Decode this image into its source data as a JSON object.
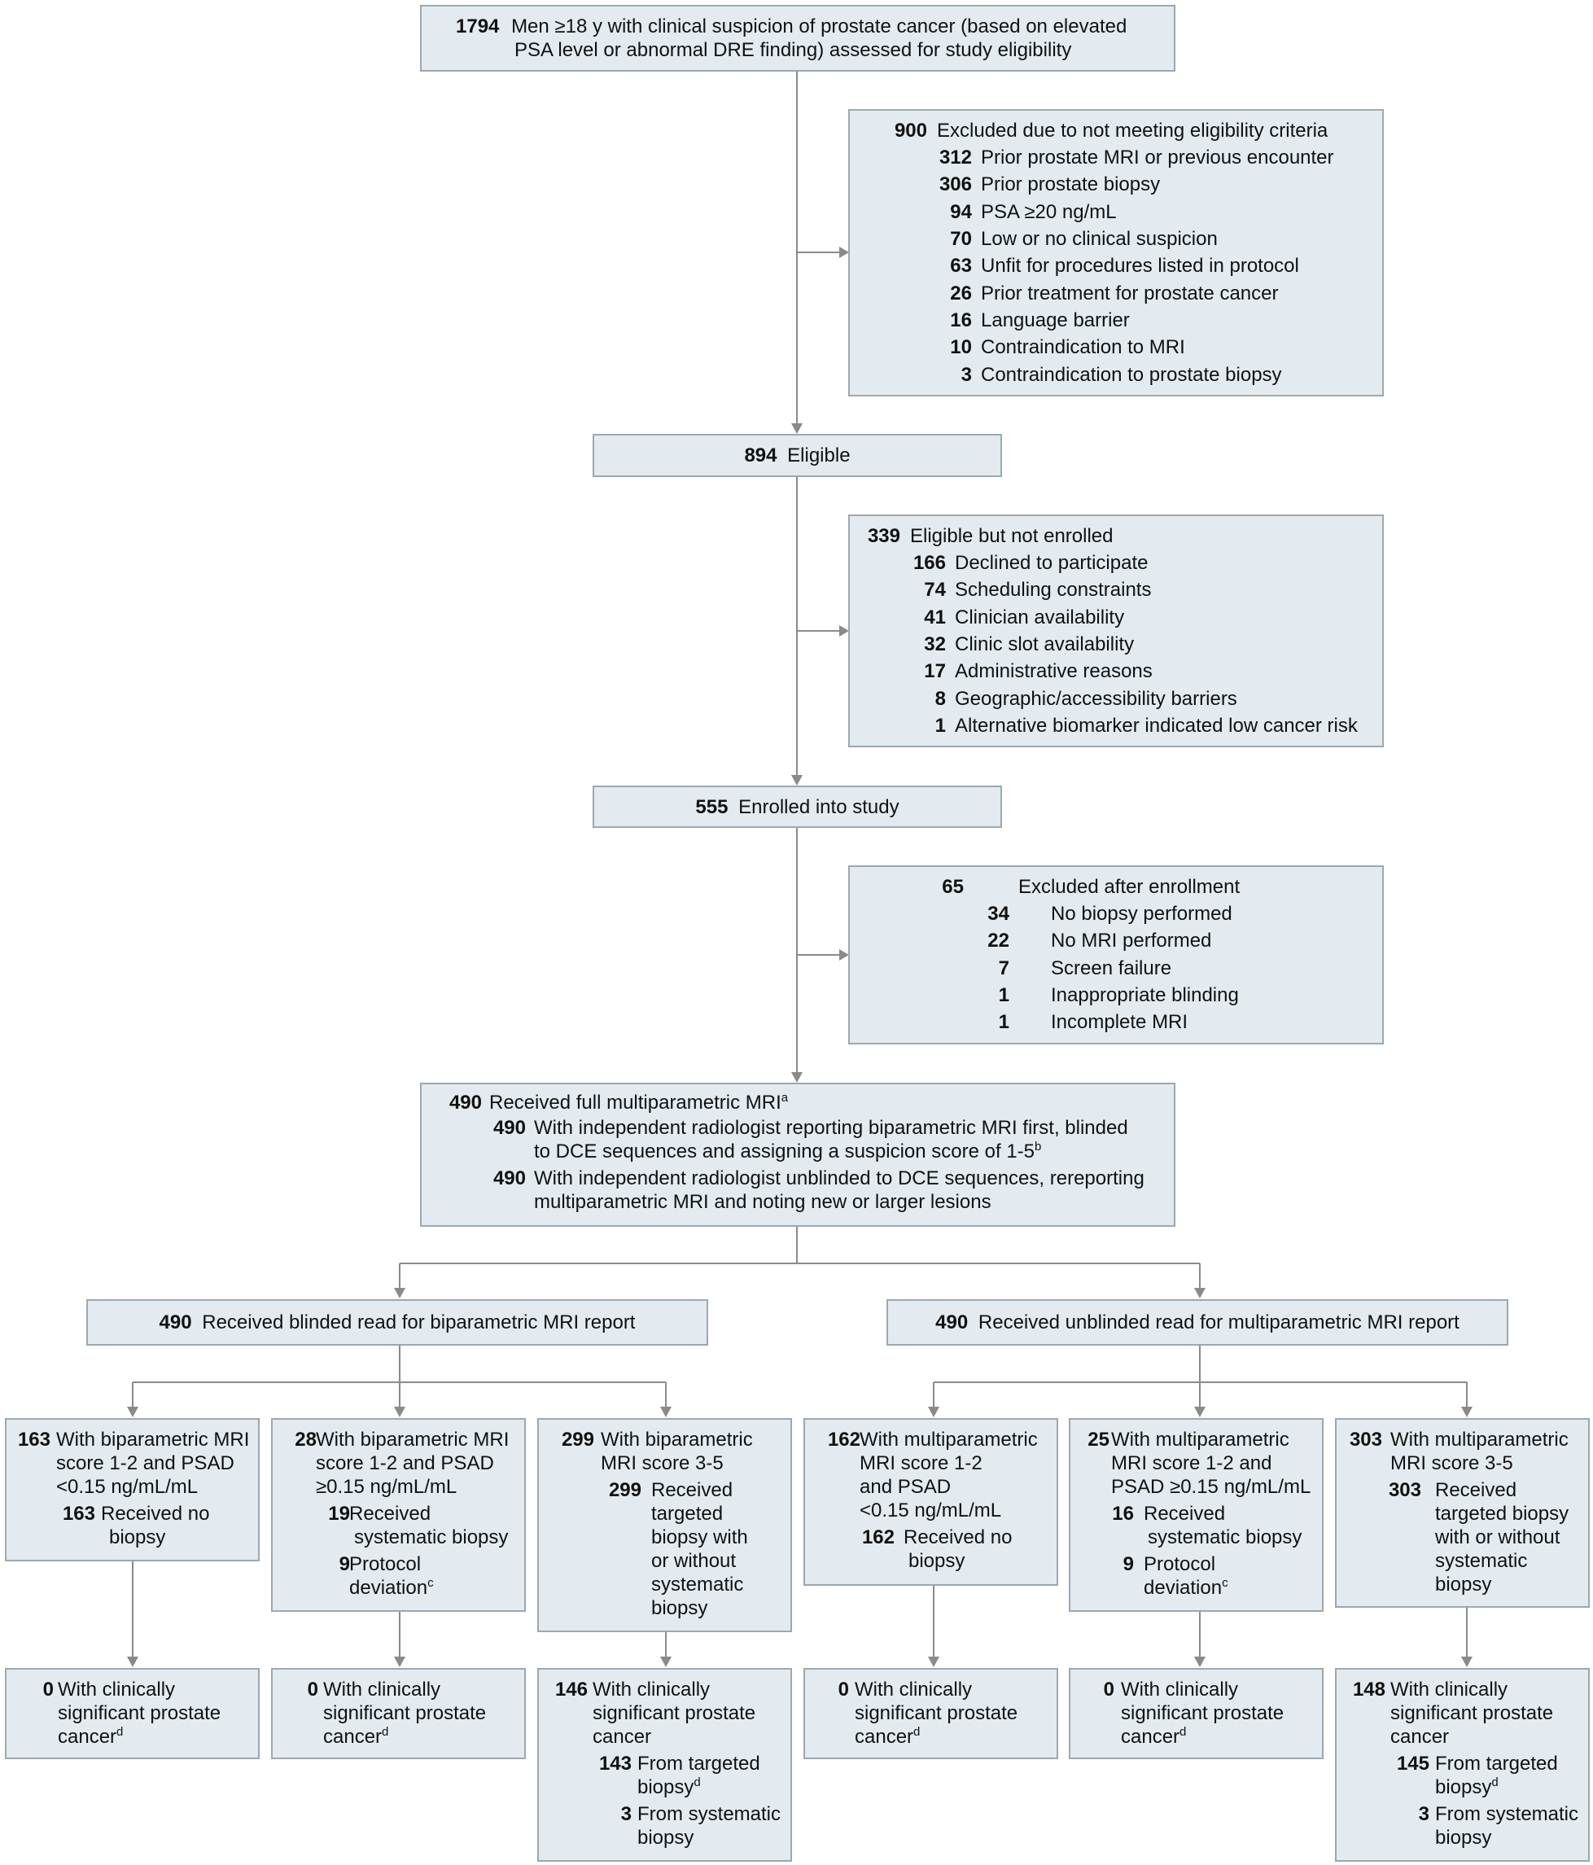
{
  "screening": {
    "num": "1794",
    "text": "Men ≥18 y with clinical suspicion of prostate cancer (based on elevated",
    "text2": "PSA level or abnormal DRE finding) assessed for study eligibility"
  },
  "excluded1": {
    "total": {
      "num": "900",
      "text": "Excluded due to not meeting eligibility criteria"
    },
    "items": [
      {
        "num": "312",
        "text": "Prior prostate MRI or previous encounter"
      },
      {
        "num": "306",
        "text": "Prior prostate biopsy"
      },
      {
        "num": "94",
        "text": "PSA ≥20 ng/mL"
      },
      {
        "num": "70",
        "text": "Low or no clinical suspicion"
      },
      {
        "num": "63",
        "text": "Unfit for procedures listed in protocol"
      },
      {
        "num": "26",
        "text": "Prior treatment for prostate cancer"
      },
      {
        "num": "16",
        "text": "Language barrier"
      },
      {
        "num": "10",
        "text": "Contraindication to MRI"
      },
      {
        "num": "3",
        "text": "Contraindication to prostate biopsy"
      }
    ]
  },
  "eligible": {
    "num": "894",
    "text": "Eligible"
  },
  "not_enrolled": {
    "total": {
      "num": "339",
      "text": "Eligible but not enrolled"
    },
    "items": [
      {
        "num": "166",
        "text": "Declined to participate"
      },
      {
        "num": "74",
        "text": "Scheduling constraints"
      },
      {
        "num": "41",
        "text": "Clinician availability"
      },
      {
        "num": "32",
        "text": "Clinic slot availability"
      },
      {
        "num": "17",
        "text": "Administrative reasons"
      },
      {
        "num": "8",
        "text": "Geographic/accessibility barriers"
      },
      {
        "num": "1",
        "text": "Alternative biomarker indicated low cancer risk"
      }
    ]
  },
  "enrolled": {
    "num": "555",
    "text": "Enrolled into study"
  },
  "excluded2": {
    "total": {
      "num": "65",
      "text": "Excluded after enrollment"
    },
    "items": [
      {
        "num": "34",
        "text": "No biopsy performed"
      },
      {
        "num": "22",
        "text": "No MRI performed"
      },
      {
        "num": "7",
        "text": "Screen failure"
      },
      {
        "num": "1",
        "text": "Inappropriate blinding"
      },
      {
        "num": "1",
        "text": "Incomplete MRI"
      }
    ]
  },
  "mri": {
    "num": "490",
    "text": "Received full multiparametric MRI",
    "sup": "a",
    "sub1": {
      "num": "490",
      "line1": "With independent radiologist reporting biparametric MRI first, blinded",
      "line2": "to DCE sequences and assigning a suspicion score of 1-5",
      "sup": "b"
    },
    "sub2": {
      "num": "490",
      "line1": "With independent radiologist unblinded to DCE sequences, rereporting",
      "line2": "multiparametric MRI and noting new or larger lesions"
    }
  },
  "blinded": {
    "num": "490",
    "text": "Received blinded read for biparametric MRI report"
  },
  "unblinded": {
    "num": "490",
    "text": "Received unblinded read for multiparametric MRI report"
  },
  "arms": {
    "b1": {
      "num": "163",
      "l1": "With biparametric MRI",
      "l2": "score 1-2 and PSAD",
      "l3": "<0.15 ng/mL/mL",
      "snum": "163",
      "s1": "Received no",
      "s2": "biopsy"
    },
    "b2": {
      "num": "28",
      "l1": "With biparametric MRI",
      "l2": "score 1-2 and PSAD",
      "l3": "≥0.15 ng/mL/mL",
      "snum": "19",
      "s1": "Received",
      "s2": "systematic biopsy",
      "pnum": "9",
      "p1": "Protocol",
      "p2": "deviation",
      "psup": "c"
    },
    "b3": {
      "num": "299",
      "l1": "With biparametric",
      "l2": "MRI score 3-5",
      "snum": "299",
      "s1": "Received",
      "s2": "targeted",
      "s3": "biopsy with",
      "s4": "or without",
      "s5": "systematic",
      "s6": "biopsy"
    },
    "m1": {
      "num": "162",
      "l1": "With multiparametric",
      "l2": "MRI score 1-2",
      "l3": "and PSAD",
      "l4": "<0.15 ng/mL/mL",
      "snum": "162",
      "s1": "Received no",
      "s2": "biopsy"
    },
    "m2": {
      "num": "25",
      "l1": "With multiparametric",
      "l2": "MRI score 1-2 and",
      "l3": "PSAD ≥0.15 ng/mL/mL",
      "snum": "16",
      "s1": "Received",
      "s2": "systematic biopsy",
      "pnum": "9",
      "p1": "Protocol",
      "p2": "deviation",
      "psup": "c"
    },
    "m3": {
      "num": "303",
      "l1": "With multiparametric",
      "l2": "MRI score 3-5",
      "snum": "303",
      "s1": "Received",
      "s2": "targeted biopsy",
      "s3": "with or without",
      "s4": "systematic",
      "s5": "biopsy"
    }
  },
  "outcomes": {
    "b1": {
      "num": "0",
      "l1": "With clinically",
      "l2": "significant prostate",
      "l3": "cancer",
      "sup": "d"
    },
    "b2": {
      "num": "0",
      "l1": "With clinically",
      "l2": "significant prostate",
      "l3": "cancer",
      "sup": "d"
    },
    "b3": {
      "num": "146",
      "l1": "With clinically",
      "l2": "significant prostate",
      "l3": "cancer",
      "t_num": "143",
      "t1": "From targeted",
      "t2": "biopsy",
      "t_sup": "d",
      "s_num": "3",
      "s1": "From systematic",
      "s2": "biopsy"
    },
    "m1": {
      "num": "0",
      "l1": "With clinically",
      "l2": "significant prostate",
      "l3": "cancer",
      "sup": "d"
    },
    "m2": {
      "num": "0",
      "l1": "With clinically",
      "l2": "significant prostate",
      "l3": "cancer",
      "sup": "d"
    },
    "m3": {
      "num": "148",
      "l1": "With clinically",
      "l2": "significant prostate",
      "l3": "cancer",
      "t_num": "145",
      "t1": "From targeted",
      "t2": "biopsy",
      "t_sup": "d",
      "s_num": "3",
      "s1": "From systematic",
      "s2": "biopsy"
    }
  }
}
